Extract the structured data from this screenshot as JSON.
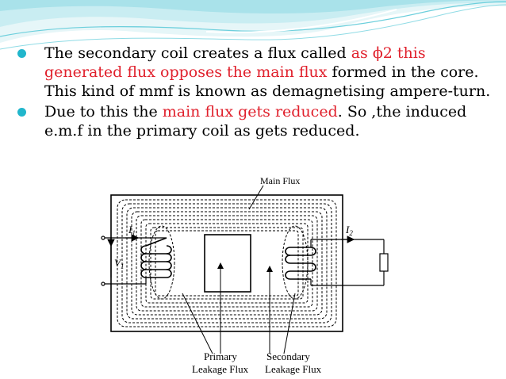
{
  "slide": {
    "accent_color": "#21b6cc",
    "emphasis_color": "#e0202c",
    "bullets": [
      {
        "icon": "bullet-dot-icon",
        "segments": [
          {
            "text": "The secondary coil creates a flux called ",
            "emphasis": false
          },
          {
            "text": "as ϕ2 this generated flux opposes the main flux",
            "emphasis": true
          },
          {
            "text": " formed in the core. This kind of mmf is known as demagnetising ampere-turn.",
            "emphasis": false
          }
        ]
      },
      {
        "icon": "bullet-dot-icon",
        "segments": [
          {
            "text": "Due to this the ",
            "emphasis": false
          },
          {
            "text": "main flux gets reduced",
            "emphasis": true
          },
          {
            "text": ". So ,the induced e.m.f in the primary coil as gets reduced.",
            "emphasis": false
          }
        ]
      }
    ]
  },
  "diagram": {
    "main_flux": "Main Flux",
    "i1": "I",
    "i1_sub": "1",
    "i2": "I",
    "i2_sub": "2",
    "v1": "V",
    "v1_sub": "1",
    "primary_leakage_line1": "Primary",
    "primary_leakage_line2": "Leakage Flux",
    "secondary_leakage_line1": "Secondary",
    "secondary_leakage_line2": "Leakage Flux"
  }
}
